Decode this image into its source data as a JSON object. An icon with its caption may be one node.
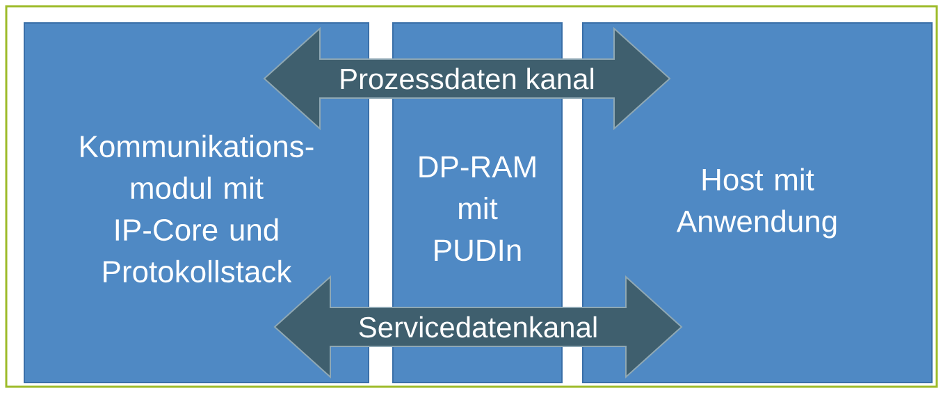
{
  "diagram": {
    "nodes": [
      {
        "text": [
          "Kommunikations- modul mit IP-Core und Protokollstack"
        ]
      },
      {
        "text": [
          "DP-RAM mit PUDIn"
        ]
      },
      {
        "text": [
          "Host mit Anwendung"
        ]
      },
      {
        "text": [
          "Prozessdaten kanal"
        ]
      },
      {
        "text": [
          "Servicedatenkanal"
        ]
      }
    ]
  }
}
